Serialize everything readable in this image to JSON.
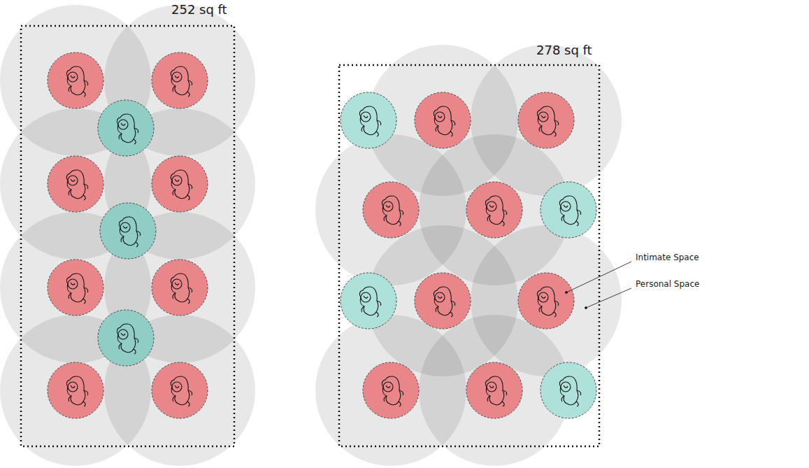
{
  "diagram": {
    "labels": [
      "252 sq ft",
      "278 sq ft",
      "Intimate Space",
      "Personal Space"
    ]
  }
}
